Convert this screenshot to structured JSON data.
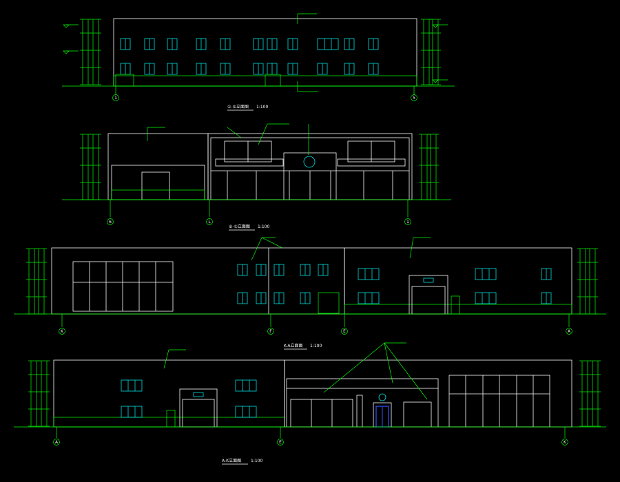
{
  "drawing": {
    "background": "#000000",
    "line_color": "#ffffff",
    "annotation_color": "#00ff00",
    "window_color": "#00e0e0",
    "door_color": "#0000ff"
  },
  "elevations": [
    {
      "title": "①-⑤立面图",
      "scale": "1:100",
      "axes": [
        {
          "label": "1"
        },
        {
          "label": "5"
        }
      ]
    },
    {
      "title": "⑥-①立面图",
      "scale": "1:100",
      "axes": [
        {
          "label": "6"
        },
        {
          "label": "L"
        },
        {
          "label": "1"
        }
      ]
    },
    {
      "title": "K-A立面图",
      "scale": "1:100",
      "axes": [
        {
          "label": "K"
        },
        {
          "label": "F"
        },
        {
          "label": "E"
        },
        {
          "label": "A"
        }
      ]
    },
    {
      "title": "A-K立面图",
      "scale": "1:100",
      "axes": [
        {
          "label": "A"
        },
        {
          "label": "E"
        },
        {
          "label": "K"
        }
      ]
    }
  ]
}
